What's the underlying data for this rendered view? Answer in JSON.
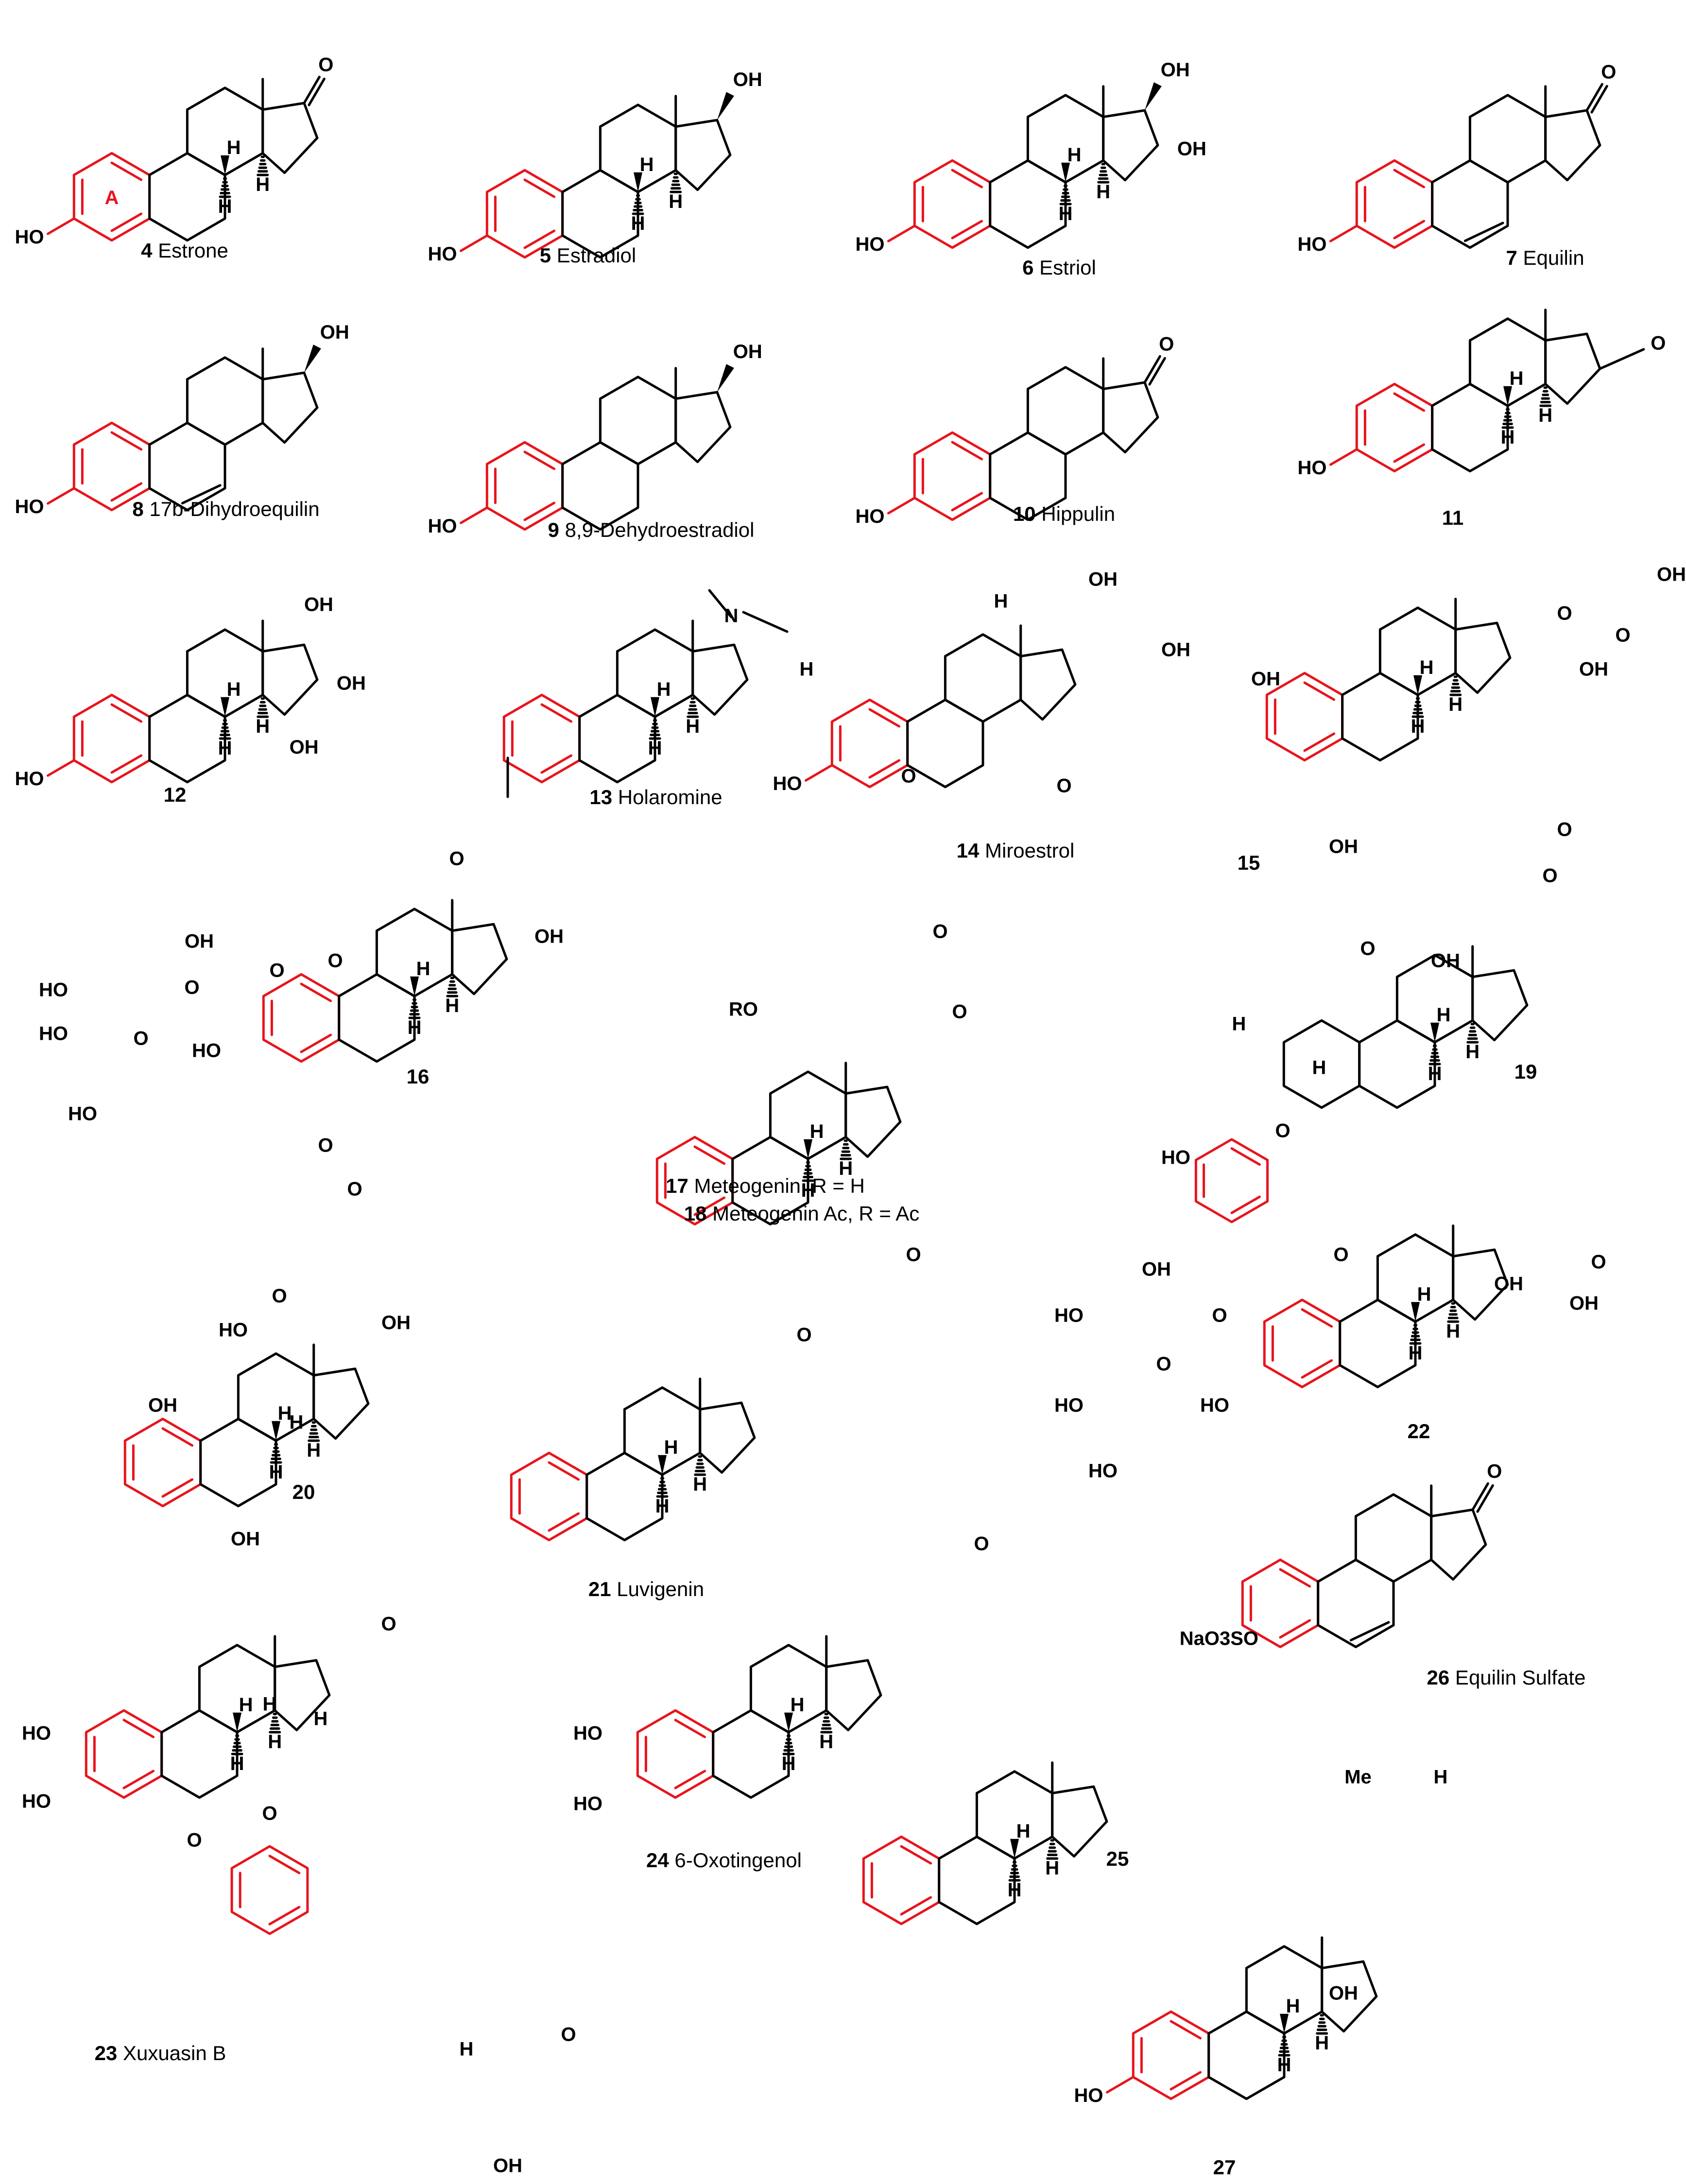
{
  "figure": {
    "ring_highlight_color": "#e8141c",
    "bond_color": "#000000",
    "ring_label": "A",
    "compounds": [
      {
        "id": "c4",
        "number": "4",
        "name": "Estrone"
      },
      {
        "id": "c5",
        "number": "5",
        "name": "Estradiol"
      },
      {
        "id": "c6",
        "number": "6",
        "name": "Estriol"
      },
      {
        "id": "c7",
        "number": "7",
        "name": "Equilin"
      },
      {
        "id": "c8",
        "number": "8",
        "name": "17b-Dihydroequilin"
      },
      {
        "id": "c9",
        "number": "9",
        "name": "8,9-Dehydroestradiol"
      },
      {
        "id": "c10",
        "number": "10",
        "name": "Hippulin"
      },
      {
        "id": "c11",
        "number": "11",
        "name": ""
      },
      {
        "id": "c12",
        "number": "12",
        "name": ""
      },
      {
        "id": "c13",
        "number": "13",
        "name": "Holaromine"
      },
      {
        "id": "c14",
        "number": "14",
        "name": "Miroestrol"
      },
      {
        "id": "c15",
        "number": "15",
        "name": ""
      },
      {
        "id": "c16",
        "number": "16",
        "name": ""
      },
      {
        "id": "c17",
        "number": "17",
        "name": "Meteogenin, R = H"
      },
      {
        "id": "c18",
        "number": "18",
        "name": "Meteogenin Ac, R = Ac"
      },
      {
        "id": "c19",
        "number": "19",
        "name": ""
      },
      {
        "id": "c20",
        "number": "20",
        "name": ""
      },
      {
        "id": "c21",
        "number": "21",
        "name": "Luvigenin"
      },
      {
        "id": "c22",
        "number": "22",
        "name": ""
      },
      {
        "id": "c23",
        "number": "23",
        "name": "Xuxuasin B"
      },
      {
        "id": "c24",
        "number": "24",
        "name": "6-Oxotingenol"
      },
      {
        "id": "c25",
        "number": "25",
        "name": ""
      },
      {
        "id": "c26",
        "number": "26",
        "name": "Equilin Sulfate"
      },
      {
        "id": "c27",
        "number": "27",
        "name": ""
      }
    ],
    "atom_labels": {
      "oh": "OH",
      "ho": "HO",
      "h": "H",
      "o": "O",
      "n": "N",
      "ro": "RO",
      "me": "Me",
      "naso3o": "NaO3SO"
    }
  }
}
